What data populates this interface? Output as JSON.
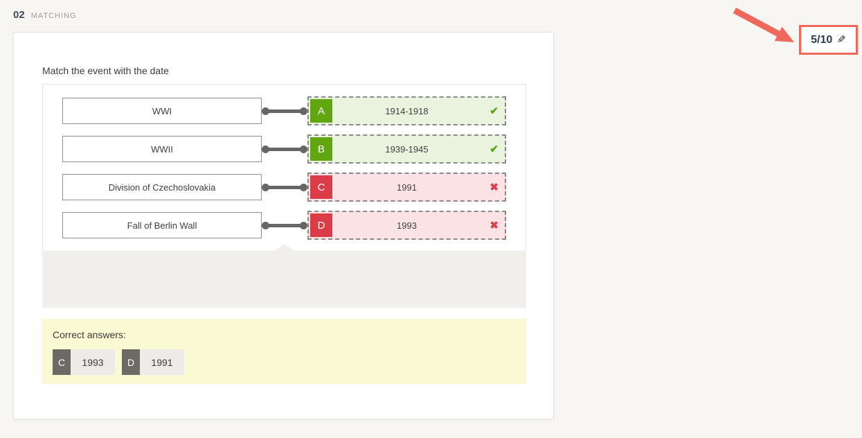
{
  "header": {
    "question_number": "02",
    "question_type": "MATCHING"
  },
  "score": {
    "value": "5/10"
  },
  "question": {
    "prompt": "Match the event with the date"
  },
  "matching": {
    "rows": [
      {
        "event": "WWI",
        "letter": "A",
        "answer": "1914-1918",
        "result": "correct"
      },
      {
        "event": "WWII",
        "letter": "B",
        "answer": "1939-1945",
        "result": "correct"
      },
      {
        "event": "Division of Czechoslovakia",
        "letter": "C",
        "answer": "1991",
        "result": "incorrect"
      },
      {
        "event": "Fall of Berlin Wall",
        "letter": "D",
        "answer": "1993",
        "result": "incorrect"
      }
    ]
  },
  "correct_answers": {
    "label": "Correct answers:",
    "items": [
      {
        "letter": "C",
        "answer": "1993"
      },
      {
        "letter": "D",
        "answer": "1991"
      }
    ]
  },
  "icons": {
    "correct": "✔",
    "incorrect": "✖",
    "edit": "✎"
  },
  "colors": {
    "page_bg": "#f7f6f3",
    "annotation_red": "#ee685b",
    "correct_accent": "#61a60e",
    "correct_bg": "#eaf3de",
    "correct_icon": "#55a613",
    "incorrect_accent": "#dc3c48",
    "incorrect_bg": "#fbe3e5",
    "answer_chip_bg": "#6b6a64",
    "answer_value_bg": "#ecebe7"
  }
}
